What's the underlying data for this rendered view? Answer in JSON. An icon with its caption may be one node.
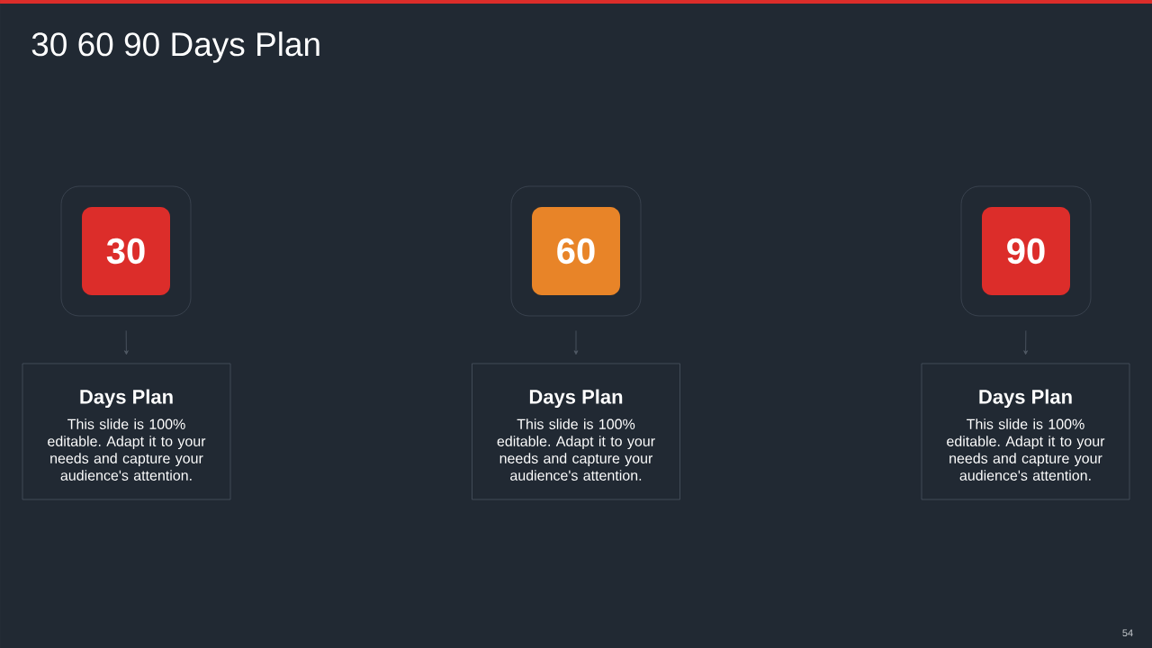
{
  "diagram": {
    "title": "30 60 90 Days Plan",
    "nodes": [
      {
        "text": [],
        "shape": "box"
      },
      {
        "text": [
          "30"
        ],
        "in": 0
      },
      {
        "text": [],
        "shape": "box"
      },
      {
        "text": [
          "60"
        ],
        "in": 2
      },
      {
        "text": [],
        "shape": "box"
      },
      {
        "text": [
          "90"
        ],
        "in": 4
      },
      {
        "text": [
          "Days Plan",
          "This slide is 100% editable. Adapt it to your needs and capture your audience's attention."
        ]
      },
      {
        "text": [
          "Days Plan",
          "This slide is 100% editable. Adapt it to your needs and capture your audience's attention."
        ]
      },
      {
        "text": [
          "Days Plan",
          "This slide is 100% editable. Adapt it to your needs and capture your audience's attention."
        ]
      }
    ],
    "edges": [
      {
        "from": 0,
        "to": 6,
        "arrow": "to"
      },
      {
        "from": 2,
        "to": 7,
        "arrow": "to"
      },
      {
        "from": 4,
        "to": 8,
        "arrow": "to"
      }
    ],
    "labels": [
      "54"
    ]
  }
}
